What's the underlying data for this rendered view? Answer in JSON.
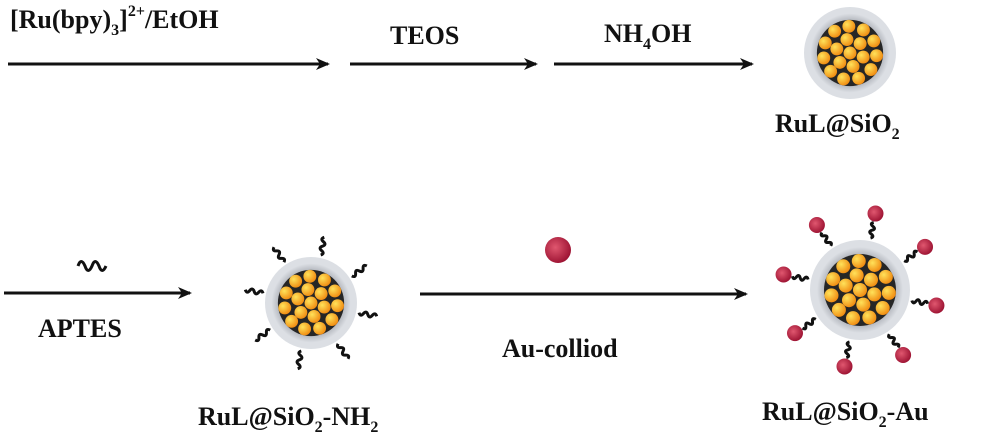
{
  "steps": {
    "step1": {
      "reagent_main": "[Ru(bpy)",
      "reagent_sub": "3",
      "reagent_sup": "2+",
      "reagent_tail": "/EtOH"
    },
    "step2": {
      "reagent": "TEOS"
    },
    "step3": {
      "reagent_main": "NH",
      "reagent_sub": "4",
      "reagent_tail": "OH"
    },
    "step4": {
      "reagent": "APTES",
      "linker_icon": "wavy-linker-icon"
    },
    "step5": {
      "reagent": "Au-colliod",
      "au_icon": "gold-nanoparticle-icon"
    }
  },
  "products": {
    "p1": {
      "main": "RuL@SiO",
      "sub": "2",
      "tail": ""
    },
    "p2": {
      "main": "RuL@SiO",
      "sub": "2",
      "mid": "-NH",
      "sub2": "2"
    },
    "p3": {
      "main": "RuL@SiO",
      "sub": "2",
      "tail": "-Au"
    }
  },
  "colors": {
    "arrow": "#111111",
    "silica_shell": "#c9ccd2",
    "core": "#2a2a2a",
    "dye_particle": "#f7a21b",
    "dye_highlight": "#ffe25a",
    "gold": "#c01f44",
    "linker": "#111111"
  }
}
